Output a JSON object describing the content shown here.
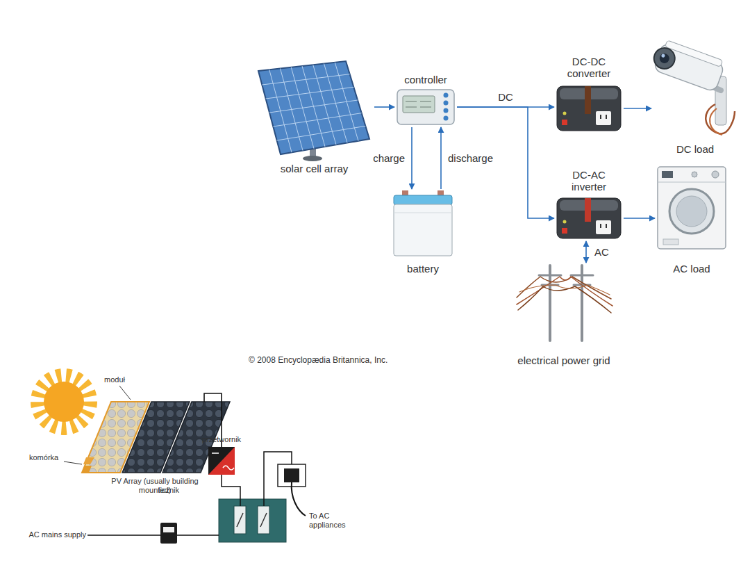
{
  "diagram": {
    "nodes": [
      {
        "text": [
          "solar cell array"
        ]
      },
      {
        "text": [
          "controller"
        ]
      },
      {
        "text": [
          "battery"
        ]
      },
      {
        "text": [
          "DC-DC converter"
        ]
      },
      {
        "text": [
          "DC-AC inverter"
        ]
      },
      {
        "text": [
          "DC load"
        ]
      },
      {
        "text": [
          "AC load"
        ]
      },
      {
        "text": [
          "electrical power grid"
        ]
      },
      {
        "text": [
          "PV Array (usually building mounted)"
        ]
      },
      {
        "text": [
          "przetwornik"
        ]
      },
      {
        "text": [
          "licznik"
        ]
      },
      {
        "text": [
          "To AC appliances"
        ]
      }
    ],
    "edges": [
      {
        "from": 0,
        "to": 1,
        "arrow": "to"
      },
      {
        "from": 1,
        "to": 2,
        "label": "charge",
        "arrow": "to"
      },
      {
        "from": 2,
        "to": 1,
        "label": "discharge",
        "arrow": "to"
      },
      {
        "from": 1,
        "to": 3,
        "label": "DC",
        "arrow": "to"
      },
      {
        "from": 1,
        "to": 4,
        "arrow": "to"
      },
      {
        "from": 3,
        "to": 5,
        "arrow": "to"
      },
      {
        "from": 4,
        "to": 6,
        "arrow": "to"
      },
      {
        "from": 7,
        "to": 4,
        "label": "AC",
        "arrow": "both"
      },
      {
        "from": 8,
        "to": 9,
        "arrow": "none"
      }
    ],
    "labels": [
      "© 2008 Encyclopædia Britannica, Inc.",
      "moduł",
      "komórka",
      "AC mains supply"
    ]
  }
}
